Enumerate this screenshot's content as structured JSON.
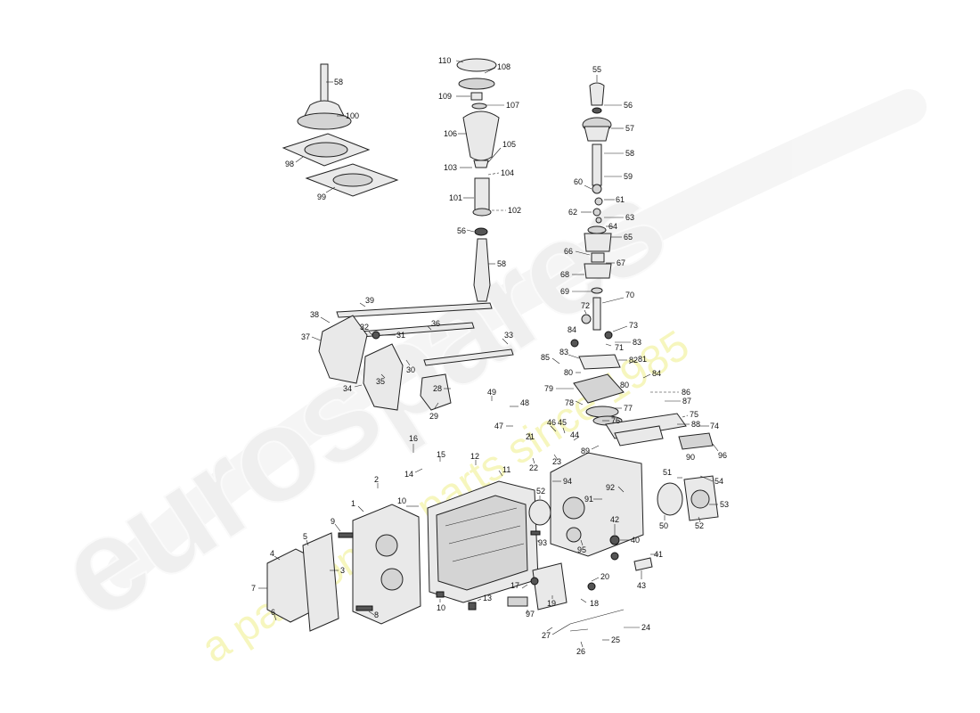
{
  "watermark": {
    "brand": "eurospares",
    "tagline": "a passion for parts since 1985",
    "brand_color": "#e6e6e6",
    "tagline_color": "#f3f38a"
  },
  "callouts": [
    {
      "id": "110"
    },
    {
      "id": "108"
    },
    {
      "id": "109"
    },
    {
      "id": "107"
    },
    {
      "id": "106"
    },
    {
      "id": "105"
    },
    {
      "id": "103"
    },
    {
      "id": "104"
    },
    {
      "id": "101"
    },
    {
      "id": "102"
    },
    {
      "id": "56a",
      "text": "56"
    },
    {
      "id": "58a",
      "text": "58"
    },
    {
      "id": "58b",
      "text": "58"
    },
    {
      "id": "100"
    },
    {
      "id": "98"
    },
    {
      "id": "99"
    },
    {
      "id": "55"
    },
    {
      "id": "56b",
      "text": "56"
    },
    {
      "id": "57"
    },
    {
      "id": "58c",
      "text": "58"
    },
    {
      "id": "59"
    },
    {
      "id": "60"
    },
    {
      "id": "61"
    },
    {
      "id": "62"
    },
    {
      "id": "63"
    },
    {
      "id": "64"
    },
    {
      "id": "65"
    },
    {
      "id": "66"
    },
    {
      "id": "67"
    },
    {
      "id": "68"
    },
    {
      "id": "69"
    },
    {
      "id": "70"
    },
    {
      "id": "72"
    },
    {
      "id": "73"
    },
    {
      "id": "84a",
      "text": "84"
    },
    {
      "id": "83a",
      "text": "83"
    },
    {
      "id": "71"
    },
    {
      "id": "85"
    },
    {
      "id": "83b",
      "text": "83"
    },
    {
      "id": "82"
    },
    {
      "id": "81"
    },
    {
      "id": "80a",
      "text": "80"
    },
    {
      "id": "84b",
      "text": "84"
    },
    {
      "id": "80b",
      "text": "80"
    },
    {
      "id": "79"
    },
    {
      "id": "86"
    },
    {
      "id": "78"
    },
    {
      "id": "87"
    },
    {
      "id": "77"
    },
    {
      "id": "88"
    },
    {
      "id": "75"
    },
    {
      "id": "74"
    },
    {
      "id": "76"
    },
    {
      "id": "44"
    },
    {
      "id": "89"
    },
    {
      "id": "90"
    },
    {
      "id": "96"
    },
    {
      "id": "39"
    },
    {
      "id": "38"
    },
    {
      "id": "36"
    },
    {
      "id": "37"
    },
    {
      "id": "32"
    },
    {
      "id": "31"
    },
    {
      "id": "33"
    },
    {
      "id": "30"
    },
    {
      "id": "35"
    },
    {
      "id": "34"
    },
    {
      "id": "28"
    },
    {
      "id": "29"
    },
    {
      "id": "49"
    },
    {
      "id": "48"
    },
    {
      "id": "47"
    },
    {
      "id": "46"
    },
    {
      "id": "45"
    },
    {
      "id": "21"
    },
    {
      "id": "22"
    },
    {
      "id": "23"
    },
    {
      "id": "16"
    },
    {
      "id": "15"
    },
    {
      "id": "14"
    },
    {
      "id": "12"
    },
    {
      "id": "11"
    },
    {
      "id": "2"
    },
    {
      "id": "10a",
      "text": "10"
    },
    {
      "id": "52a",
      "text": "52"
    },
    {
      "id": "94"
    },
    {
      "id": "91"
    },
    {
      "id": "92"
    },
    {
      "id": "51"
    },
    {
      "id": "54"
    },
    {
      "id": "53"
    },
    {
      "id": "50"
    },
    {
      "id": "52b",
      "text": "52"
    },
    {
      "id": "1"
    },
    {
      "id": "9"
    },
    {
      "id": "5"
    },
    {
      "id": "3"
    },
    {
      "id": "4"
    },
    {
      "id": "7"
    },
    {
      "id": "6"
    },
    {
      "id": "8"
    },
    {
      "id": "10b",
      "text": "10"
    },
    {
      "id": "13"
    },
    {
      "id": "17"
    },
    {
      "id": "97"
    },
    {
      "id": "19"
    },
    {
      "id": "18"
    },
    {
      "id": "20"
    },
    {
      "id": "93"
    },
    {
      "id": "95"
    },
    {
      "id": "42"
    },
    {
      "id": "40"
    },
    {
      "id": "41"
    },
    {
      "id": "43"
    },
    {
      "id": "27"
    },
    {
      "id": "24"
    },
    {
      "id": "26"
    },
    {
      "id": "25"
    }
  ]
}
